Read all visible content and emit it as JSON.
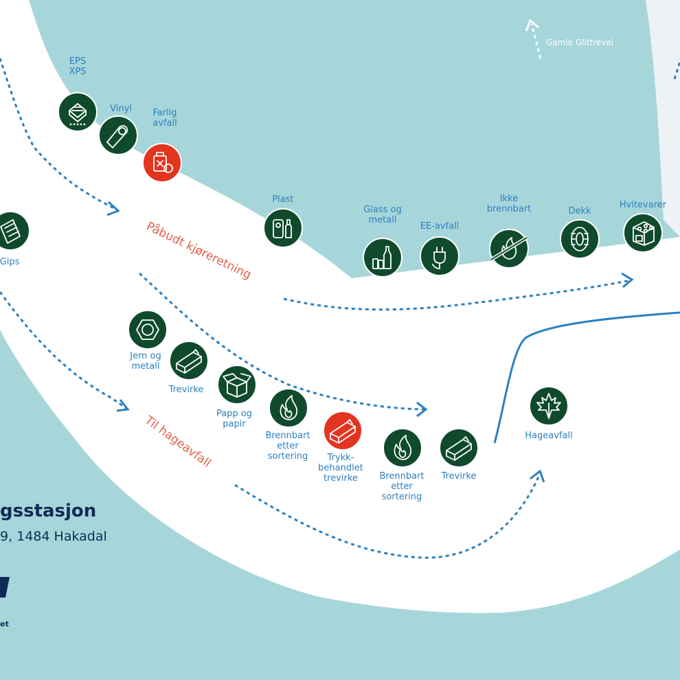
{
  "colors": {
    "water": "#a6d6da",
    "road": "#ffffff",
    "station_green": "#0f4a2c",
    "hazard_red": "#e2341f",
    "route_blue": "#2c7fbf",
    "direction_text": "#e0604b",
    "title_navy": "#102a56"
  },
  "stations": [
    {
      "id": "eps",
      "label": [
        "EPS",
        "XPS"
      ],
      "icon": "eps-icon",
      "variant": "green"
    },
    {
      "id": "vinyl",
      "label": [
        "Vinyl"
      ],
      "icon": "vinyl-roll-icon",
      "variant": "green"
    },
    {
      "id": "farlig",
      "label": [
        "Farlig",
        "avfall"
      ],
      "icon": "hazardous-canister-icon",
      "variant": "red"
    },
    {
      "id": "gips",
      "label": [
        "Gips"
      ],
      "icon": "gypsum-board-icon",
      "variant": "green"
    },
    {
      "id": "plast",
      "label": [
        "Plast"
      ],
      "icon": "plastic-icon",
      "variant": "green"
    },
    {
      "id": "glass",
      "label": [
        "Glass og",
        "metall"
      ],
      "icon": "bottles-cans-icon",
      "variant": "green"
    },
    {
      "id": "ee",
      "label": [
        "EE-avfall"
      ],
      "icon": "plug-icon",
      "variant": "green"
    },
    {
      "id": "ikke",
      "label": [
        "Ikke",
        "brennbart"
      ],
      "icon": "flame-crossed-icon",
      "variant": "green"
    },
    {
      "id": "dekk",
      "label": [
        "Dekk"
      ],
      "icon": "tire-icon",
      "variant": "green"
    },
    {
      "id": "hvite",
      "label": [
        "Hvitevarer"
      ],
      "icon": "stove-icon",
      "variant": "green"
    },
    {
      "id": "jern",
      "label": [
        "Jern og",
        "metall"
      ],
      "icon": "nut-icon",
      "variant": "green"
    },
    {
      "id": "trevirke1",
      "label": [
        "Trevirke"
      ],
      "icon": "wood-plank-icon",
      "variant": "green"
    },
    {
      "id": "papp",
      "label": [
        "Papp og",
        "papir"
      ],
      "icon": "cardboard-box-icon",
      "variant": "green"
    },
    {
      "id": "brennbart1",
      "label": [
        "Brennbart",
        "etter",
        "sortering"
      ],
      "icon": "flame-icon",
      "variant": "green"
    },
    {
      "id": "trykk",
      "label": [
        "Trykk-",
        "behandlet",
        "trevirke"
      ],
      "icon": "treated-wood-icon",
      "variant": "red"
    },
    {
      "id": "brennbart2",
      "label": [
        "Brennbart",
        "etter",
        "sortering"
      ],
      "icon": "flame-icon",
      "variant": "green"
    },
    {
      "id": "trevirke2",
      "label": [
        "Trevirke"
      ],
      "icon": "wood-plank-icon",
      "variant": "green"
    },
    {
      "id": "hage",
      "label": [
        "Hageavfall"
      ],
      "icon": "maple-leaf-icon",
      "variant": "green"
    }
  ],
  "directions": {
    "pabudt": "Påbudt kjøreretning",
    "hage": "Til hageavfall"
  },
  "road_sign": "Gamle Glittrevei",
  "title": "gsstasjon",
  "address": "9, 1484 Hakadal",
  "logo_text": "et"
}
